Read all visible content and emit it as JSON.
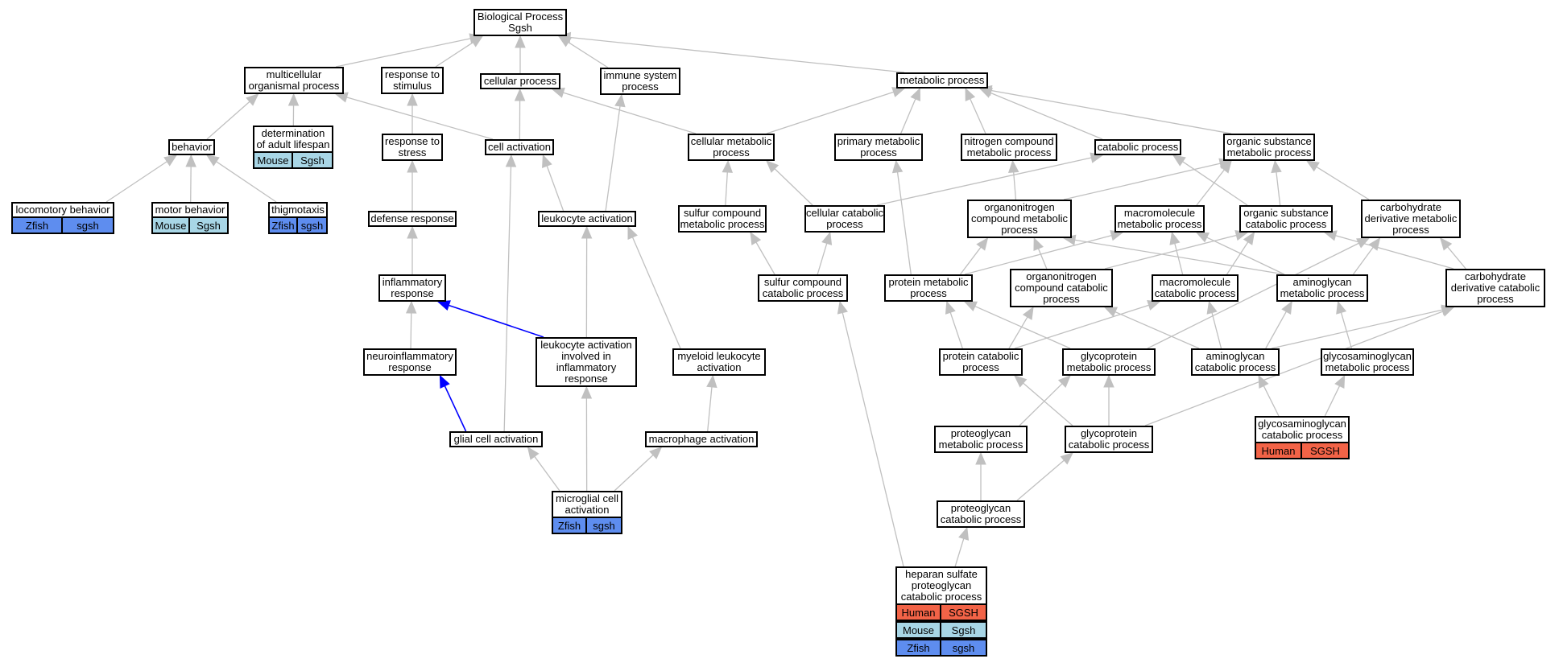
{
  "colors": {
    "edge": "#c0c0c0",
    "highlight": "#0000ff",
    "human": "#f26347",
    "mouse": "#a8d6e6",
    "zfish": "#5e8def",
    "node_border": "#000000"
  },
  "nodes": [
    {
      "id": "bp",
      "label": "Biological Process\nSgsh"
    },
    {
      "id": "multi",
      "label": "multicellular\norganismal process"
    },
    {
      "id": "resp_stim",
      "label": "response to\nstimulus"
    },
    {
      "id": "cellular",
      "label": "cellular process"
    },
    {
      "id": "immune",
      "label": "immune system\nprocess"
    },
    {
      "id": "metabolic",
      "label": "metabolic process"
    },
    {
      "id": "behavior",
      "label": "behavior"
    },
    {
      "id": "det_life",
      "label": "determination\nof adult lifespan"
    },
    {
      "id": "resp_stress",
      "label": "response to\nstress"
    },
    {
      "id": "cell_act",
      "label": "cell activation"
    },
    {
      "id": "cell_meta",
      "label": "cellular metabolic\nprocess"
    },
    {
      "id": "prim_meta",
      "label": "primary metabolic\nprocess"
    },
    {
      "id": "nitro_meta",
      "label": "nitrogen compound\nmetabolic process"
    },
    {
      "id": "catab",
      "label": "catabolic process"
    },
    {
      "id": "org_sub_meta",
      "label": "organic substance\nmetabolic process"
    },
    {
      "id": "loco",
      "label": "locomotory behavior"
    },
    {
      "id": "motor",
      "label": "motor behavior"
    },
    {
      "id": "thigmo",
      "label": "thigmotaxis"
    },
    {
      "id": "defense",
      "label": "defense response"
    },
    {
      "id": "leuk_act",
      "label": "leukocyte activation"
    },
    {
      "id": "sulf_meta",
      "label": "sulfur compound\nmetabolic process"
    },
    {
      "id": "cell_catab",
      "label": "cellular catabolic\nprocess"
    },
    {
      "id": "orgn_meta",
      "label": "organonitrogen\ncompound metabolic\nprocess"
    },
    {
      "id": "macro_meta",
      "label": "macromolecule\nmetabolic process"
    },
    {
      "id": "org_sub_catab",
      "label": "organic substance\ncatabolic process"
    },
    {
      "id": "carb_meta",
      "label": "carbohydrate\nderivative metabolic\nprocess"
    },
    {
      "id": "inflam",
      "label": "inflammatory\nresponse"
    },
    {
      "id": "sulf_catab",
      "label": "sulfur compound\ncatabolic process"
    },
    {
      "id": "prot_meta",
      "label": "protein metabolic\nprocess"
    },
    {
      "id": "orgn_catab",
      "label": "organonitrogen\ncompound catabolic\nprocess"
    },
    {
      "id": "macro_catab",
      "label": "macromolecule\ncatabolic process"
    },
    {
      "id": "amino_meta",
      "label": "aminoglycan\nmetabolic process"
    },
    {
      "id": "carb_catab",
      "label": "carbohydrate\nderivative catabolic\nprocess"
    },
    {
      "id": "neuroinflam",
      "label": "neuroinflammatory\nresponse"
    },
    {
      "id": "leuk_inflam",
      "label": "leukocyte activation\ninvolved in\ninflammatory\nresponse"
    },
    {
      "id": "myeloid",
      "label": "myeloid leukocyte\nactivation"
    },
    {
      "id": "prot_catab",
      "label": "protein catabolic\nprocess"
    },
    {
      "id": "glyco_meta",
      "label": "glycoprotein\nmetabolic process"
    },
    {
      "id": "amino_catab",
      "label": "aminoglycan\ncatabolic process"
    },
    {
      "id": "gag_meta",
      "label": "glycosaminoglycan\nmetabolic process"
    },
    {
      "id": "glial",
      "label": "glial cell activation"
    },
    {
      "id": "macrophage",
      "label": "macrophage activation"
    },
    {
      "id": "pg_meta",
      "label": "proteoglycan\nmetabolic process"
    },
    {
      "id": "glyco_catab",
      "label": "glycoprotein\ncatabolic process"
    },
    {
      "id": "gag_catab",
      "label": "glycosaminoglycan\ncatabolic process"
    },
    {
      "id": "microglial",
      "label": "microglial cell\nactivation"
    },
    {
      "id": "pg_catab",
      "label": "proteoglycan\ncatabolic process"
    },
    {
      "id": "hs_catab",
      "label": "heparan sulfate\nproteoglycan\ncatabolic process"
    }
  ],
  "orthologs": {
    "det_life": [
      {
        "species": "Mouse",
        "gene": "Sgsh",
        "color": "mouse"
      }
    ],
    "loco": [
      {
        "species": "Zfish",
        "gene": "sgsh",
        "color": "zfish"
      }
    ],
    "motor": [
      {
        "species": "Mouse",
        "gene": "Sgsh",
        "color": "mouse"
      }
    ],
    "thigmo": [
      {
        "species": "Zfish",
        "gene": "sgsh",
        "color": "zfish"
      }
    ],
    "microglial": [
      {
        "species": "Zfish",
        "gene": "sgsh",
        "color": "zfish"
      }
    ],
    "gag_catab": [
      {
        "species": "Human",
        "gene": "SGSH",
        "color": "human"
      }
    ],
    "hs_catab": [
      {
        "species": "Human",
        "gene": "SGSH",
        "color": "human"
      },
      {
        "species": "Mouse",
        "gene": "Sgsh",
        "color": "mouse"
      },
      {
        "species": "Zfish",
        "gene": "sgsh",
        "color": "zfish"
      }
    ]
  },
  "edges": [
    [
      "multi",
      "bp"
    ],
    [
      "resp_stim",
      "bp"
    ],
    [
      "cellular",
      "bp"
    ],
    [
      "immune",
      "bp"
    ],
    [
      "metabolic",
      "bp"
    ],
    [
      "behavior",
      "multi"
    ],
    [
      "det_life",
      "multi"
    ],
    [
      "cell_act",
      "multi"
    ],
    [
      "resp_stress",
      "resp_stim"
    ],
    [
      "cell_act",
      "cellular"
    ],
    [
      "cell_meta",
      "cellular"
    ],
    [
      "leuk_act",
      "immune"
    ],
    [
      "cell_meta",
      "metabolic"
    ],
    [
      "prim_meta",
      "metabolic"
    ],
    [
      "nitro_meta",
      "metabolic"
    ],
    [
      "catab",
      "metabolic"
    ],
    [
      "org_sub_meta",
      "metabolic"
    ],
    [
      "loco",
      "behavior"
    ],
    [
      "motor",
      "behavior"
    ],
    [
      "thigmo",
      "behavior"
    ],
    [
      "defense",
      "resp_stress"
    ],
    [
      "leuk_act",
      "cell_act"
    ],
    [
      "glial",
      "cell_act"
    ],
    [
      "sulf_meta",
      "cell_meta"
    ],
    [
      "cell_catab",
      "cell_meta"
    ],
    [
      "cell_catab",
      "catab"
    ],
    [
      "org_sub_catab",
      "catab"
    ],
    [
      "orgn_meta",
      "nitro_meta"
    ],
    [
      "prot_meta",
      "prim_meta"
    ],
    [
      "orgn_meta",
      "org_sub_meta"
    ],
    [
      "macro_meta",
      "org_sub_meta"
    ],
    [
      "org_sub_catab",
      "org_sub_meta"
    ],
    [
      "carb_meta",
      "org_sub_meta"
    ],
    [
      "inflam",
      "defense"
    ],
    [
      "leuk_inflam",
      "leuk_act"
    ],
    [
      "myeloid",
      "leuk_act"
    ],
    [
      "sulf_catab",
      "sulf_meta"
    ],
    [
      "sulf_catab",
      "cell_catab"
    ],
    [
      "prot_meta",
      "orgn_meta"
    ],
    [
      "prot_meta",
      "macro_meta"
    ],
    [
      "orgn_catab",
      "orgn_meta"
    ],
    [
      "orgn_catab",
      "org_sub_catab"
    ],
    [
      "macro_catab",
      "macro_meta"
    ],
    [
      "macro_catab",
      "org_sub_catab"
    ],
    [
      "amino_meta",
      "macro_meta"
    ],
    [
      "amino_meta",
      "carb_meta"
    ],
    [
      "amino_meta",
      "orgn_meta"
    ],
    [
      "carb_catab",
      "carb_meta"
    ],
    [
      "carb_catab",
      "org_sub_catab"
    ],
    [
      "neuroinflam",
      "inflam"
    ],
    [
      "prot_catab",
      "prot_meta"
    ],
    [
      "prot_catab",
      "macro_catab"
    ],
    [
      "prot_catab",
      "orgn_catab"
    ],
    [
      "glyco_meta",
      "prot_meta"
    ],
    [
      "glyco_meta",
      "carb_meta"
    ],
    [
      "amino_catab",
      "amino_meta"
    ],
    [
      "amino_catab",
      "macro_catab"
    ],
    [
      "amino_catab",
      "orgn_catab"
    ],
    [
      "amino_catab",
      "carb_catab"
    ],
    [
      "gag_meta",
      "amino_meta"
    ],
    [
      "glial",
      "neuroinflam",
      true
    ],
    [
      "leuk_inflam",
      "inflam",
      true
    ],
    [
      "macrophage",
      "myeloid"
    ],
    [
      "pg_meta",
      "glyco_meta"
    ],
    [
      "glyco_catab",
      "glyco_meta"
    ],
    [
      "glyco_catab",
      "prot_catab"
    ],
    [
      "glyco_catab",
      "carb_catab"
    ],
    [
      "gag_catab",
      "gag_meta"
    ],
    [
      "gag_catab",
      "amino_catab"
    ],
    [
      "microglial",
      "glial"
    ],
    [
      "microglial",
      "leuk_inflam"
    ],
    [
      "microglial",
      "macrophage"
    ],
    [
      "pg_catab",
      "pg_meta"
    ],
    [
      "pg_catab",
      "glyco_catab"
    ],
    [
      "hs_catab",
      "pg_catab"
    ],
    [
      "hs_catab",
      "sulf_catab"
    ]
  ]
}
